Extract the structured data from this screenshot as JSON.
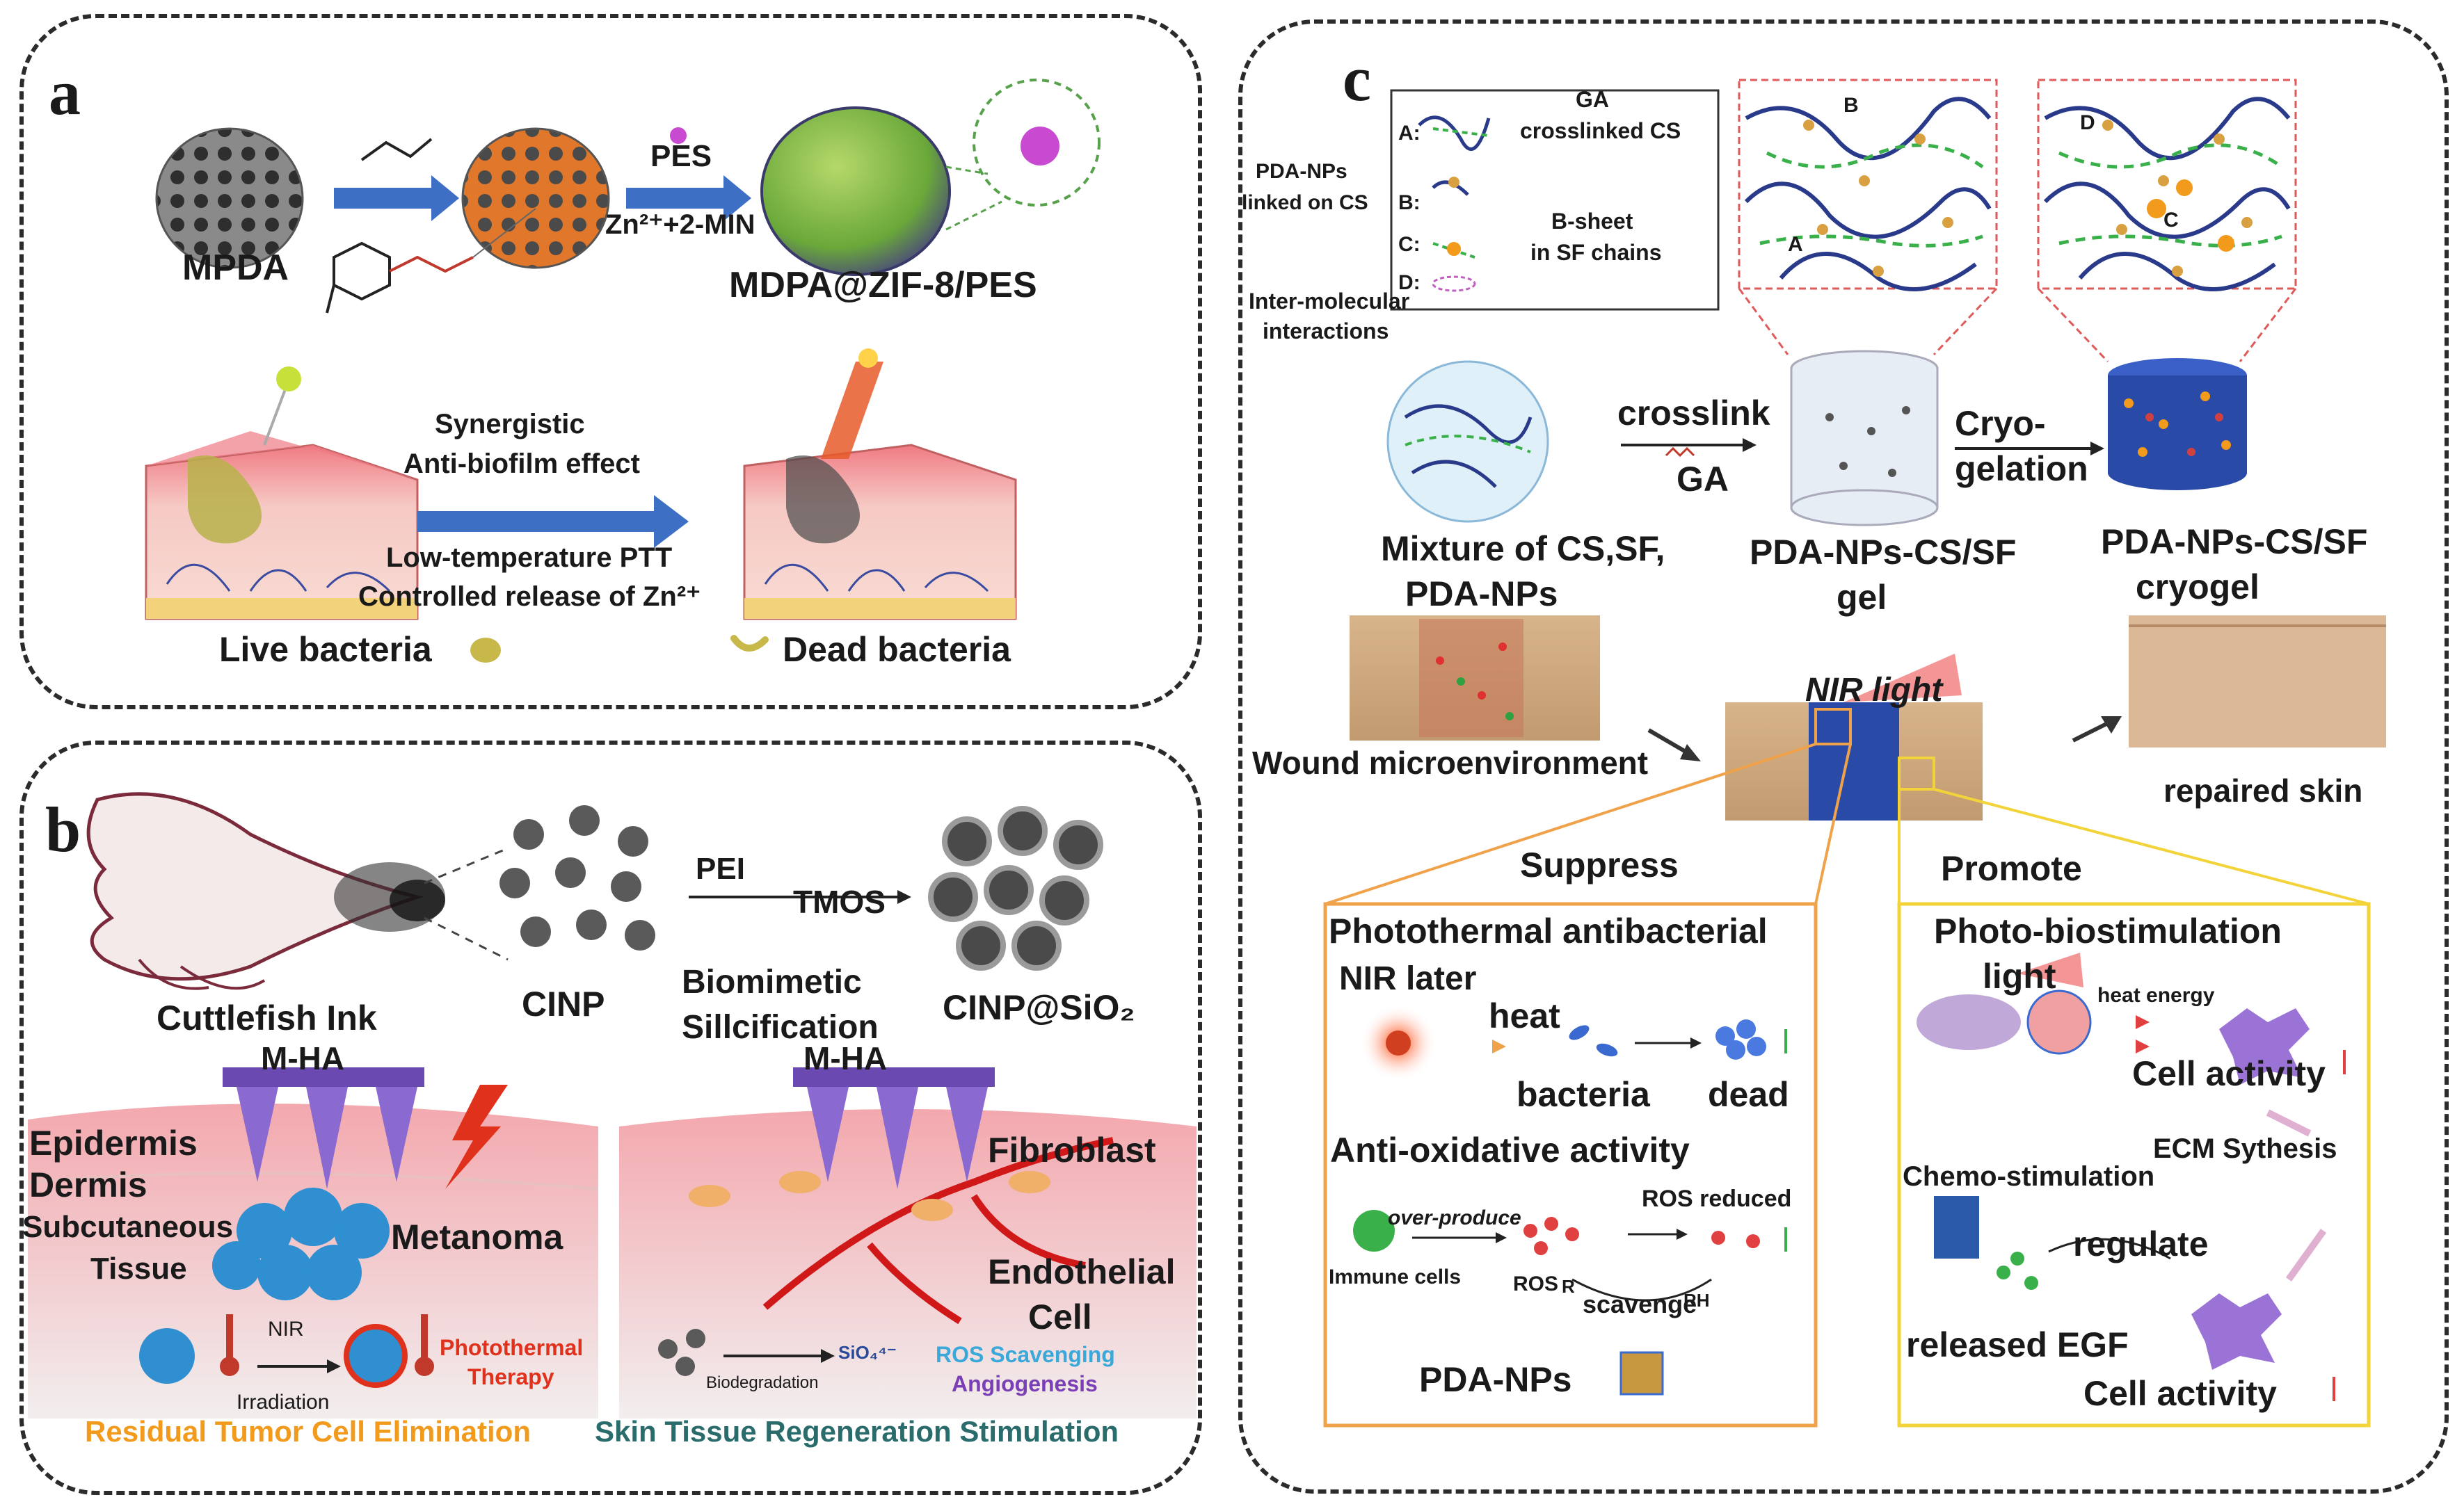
{
  "panel_a": {
    "label": "a",
    "mpda": "MPDA",
    "pes": "PES",
    "zn_reagent": "Zn²⁺+2-MIN",
    "product": "MDPA@ZIF-8/PES",
    "effect_line1": "Synergistic",
    "effect_line2": "Anti-biofilm effect",
    "mech_line1": "Low-temperature PTT",
    "mech_line2": "Controlled release of Zn²⁺",
    "live_bacteria": "Live bacteria",
    "dead_bacteria": "Dead bacteria"
  },
  "panel_b": {
    "label": "b",
    "cuttlefish_ink": "Cuttlefish Ink",
    "cinp": "CINP",
    "pei": "PEI",
    "tmos": "TMOS",
    "biomimetic_line1": "Biomimetic",
    "biomimetic_line2": "Sillcification",
    "cinp_sio2": "CINP@SiO₂",
    "mha_left": "M-HA",
    "mha_right": "M-HA",
    "epidermis": "Epidermis",
    "dermis": "Dermis",
    "subcutaneous_line1": "Subcutaneous",
    "subcutaneous_line2": "Tissue",
    "metanoma": "Metanoma",
    "fibroblast": "Fibroblast",
    "endothelial_line1": "Endothelial",
    "endothelial_line2": "Cell",
    "nir": "NIR",
    "irradiation": "Irradiation",
    "photothermal_line1": "Photothermal",
    "photothermal_line2": "Therapy",
    "biodegradation": "Biodegradation",
    "ros_scavenging": "ROS Scavenging",
    "angiogenesis": "Angiogenesis",
    "sio4_label": "SiO₄⁴⁻",
    "residual_tumor": "Residual Tumor Cell Elimination",
    "skin_regeneration": "Skin Tissue Regeneration Stimulation"
  },
  "panel_c": {
    "label": "c",
    "legend": {
      "a_key": "A:",
      "a_text_line1": "GA",
      "a_text_line2": "crosslinked CS",
      "pda_linked_line1": "PDA-NPs",
      "pda_linked_line2": "linked on CS",
      "b_key": "B:",
      "b_text_line1": "B-sheet",
      "b_text_line2": "in SF chains",
      "c_key": "C:",
      "d_key": "D:",
      "inter_line1": "Inter-molecular",
      "inter_line2": "interactions"
    },
    "network_marks": {
      "a": "A",
      "b": "B",
      "c": "C",
      "d": "D"
    },
    "crosslink": "crosslink",
    "ga": "GA",
    "cryo_line1": "Cryo-",
    "cryo_line2": "gelation",
    "mixture_line1": "Mixture of CS,SF,",
    "mixture_line2": "PDA-NPs",
    "gel_line1": "PDA-NPs-CS/SF",
    "gel_line2": "gel",
    "cryogel_line1": "PDA-NPs-CS/SF",
    "cryogel_line2": "cryogel",
    "wound": "Wound microenvironment",
    "nir_light": "NIR light",
    "repaired": "repaired skin",
    "suppress": "Suppress",
    "promote": "Promote",
    "suppress_box": {
      "title": "Photothermal antibacterial",
      "nir_later": "NIR later",
      "heat": "heat",
      "bacteria": "bacteria",
      "dead": "dead",
      "anti_oxidative": "Anti-oxidative activity",
      "over_produce": "over-produce",
      "ros_reduced": "ROS reduced",
      "immune_cells": "Immune cells",
      "ros": "ROS",
      "r_mark": "R",
      "rh_mark": "RH",
      "scavenge": "scavenge",
      "pda_nps": "PDA-NPs"
    },
    "promote_box": {
      "title": "Photo-biostimulation",
      "light": "light",
      "heat_energy": "heat energy",
      "cell_activity_1": "Cell activity",
      "ecm": "ECM Sythesis",
      "chemo": "Chemo-stimulation",
      "regulate": "regulate",
      "released_egf": "released EGF",
      "cell_activity_2": "Cell activity"
    }
  },
  "colors": {
    "arrow_blue": "#3d6fc4",
    "skin_pink": "#f2b6b8",
    "tumor_blue": "#2f8fd0",
    "orange_text": "#f29a1c",
    "teal_text": "#2a6b6b",
    "red_text": "#e0311c",
    "purple_text": "#7a3fb5",
    "suppress_border": "#f0a24a",
    "promote_border": "#f2d43a"
  }
}
